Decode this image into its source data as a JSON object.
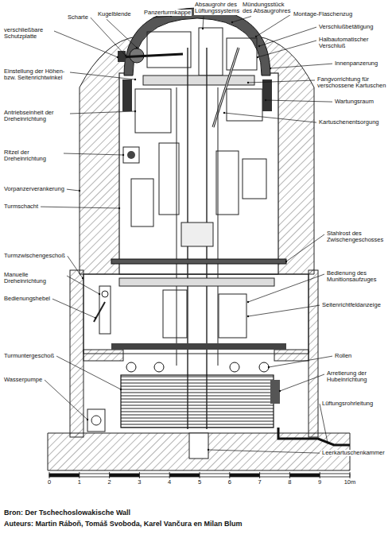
{
  "diagram": {
    "labels": [
      "Scharte",
      "Kugelblende",
      "Panzerturmkappe",
      "Absaugrohr des Lüftungssystems",
      "Mündungsstück des Absaugrohres",
      "Montage-Flaschenzug",
      "verschließbare Schutzplatte",
      "Verschlußbetätigung",
      "Halbautomatischer Verschluß",
      "Innenpanzerung",
      "Einstellung der Höhen- bzw. Seitenrichtwinkel",
      "Fangvorrichtung für verschossene Kartuschen",
      "Wartungsraum",
      "Antriebseinheit der Dreheinrichtung",
      "Kartuschenentsorgung",
      "Ritzel der Dreheinrichtung",
      "Vorpanzerverankerung",
      "Turmschacht",
      "Stahlrost des Zwischengeschosses",
      "Turmzwischengeschoß",
      "Bedienung des Munitionsaufzuges",
      "Manuelle Dreheinrichtung",
      "Seitenrichtfeldanzeige",
      "Bedienungshebel",
      "Rollen",
      "Turmuntergeschoß",
      "Arretierung der Hubeinrichtung",
      "Wasserpumpe",
      "Lüftungsrohrleitung",
      "Leerkartuschenkammer",
      "0",
      "1",
      "2",
      "3",
      "4",
      "5",
      "6",
      "7",
      "8",
      "9",
      "10m",
      "Bron: Der Tschechoslowakische Wall",
      "Auteurs: Martin Ráboň, Tomáš Svoboda, Karel Vančura en Milan Blum"
    ]
  }
}
